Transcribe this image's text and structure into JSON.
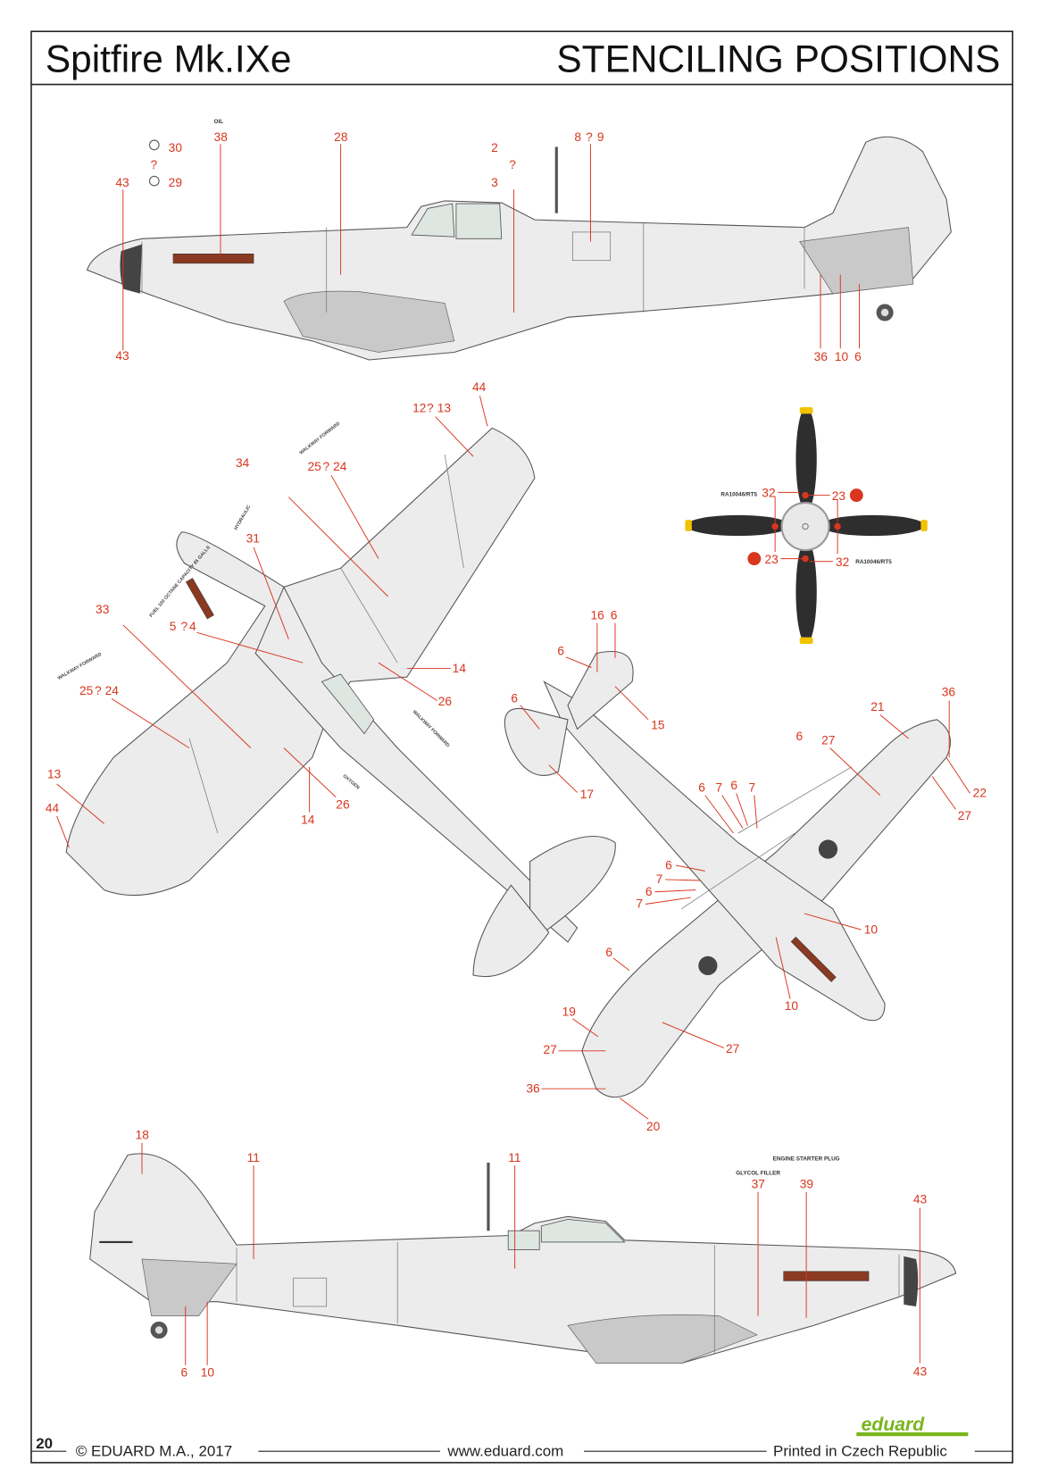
{
  "header": {
    "title": "Spitfire Mk.IXe",
    "section": "STENCILING POSITIONS"
  },
  "footer": {
    "page": "20",
    "copyright": "© EDUARD M.A., 2017",
    "url": "www.eduard.com",
    "printed": "Printed in Czech Republic",
    "logo": "eduard"
  },
  "labels": {
    "oil": "OIL",
    "prop_code": "RA10046/RT5",
    "hydraulic": "HYDRAULIC",
    "walkway": "WALKWAY FORWARD",
    "fuel": "FUEL 100 OCTANE CAPACITY 85 GALLS",
    "oxygen": "OXYGEN",
    "glycol": "GLYCOL FILLER",
    "starter": "ENGINE STARTER PLUG",
    "or": "?"
  },
  "callouts": {
    "side_top": [
      "30",
      "29",
      "43",
      "43",
      "38",
      "28",
      "2",
      "3",
      "8",
      "9",
      "36",
      "10",
      "6"
    ],
    "plan": [
      "12",
      "13",
      "44",
      "34",
      "25",
      "24",
      "31",
      "33",
      "5",
      "4",
      "25",
      "24",
      "14",
      "26",
      "13",
      "44",
      "14",
      "26"
    ],
    "propeller": [
      "32",
      "23",
      "23",
      "32"
    ],
    "underside": [
      "16",
      "6",
      "6",
      "6",
      "15",
      "17",
      "36",
      "21",
      "6",
      "27",
      "22",
      "27",
      "6",
      "7",
      "6",
      "7",
      "6",
      "7",
      "6",
      "7",
      "10",
      "6",
      "10",
      "19",
      "27",
      "27",
      "36",
      "20"
    ],
    "side_bottom": [
      "18",
      "11",
      "11",
      "37",
      "39",
      "43",
      "43",
      "6",
      "10"
    ]
  },
  "colors": {
    "callout": "#d9361e",
    "aircraft": "#ececec",
    "blade": "#2e2e2e",
    "tip": "#f2c200",
    "logo": "#7ab51d"
  }
}
